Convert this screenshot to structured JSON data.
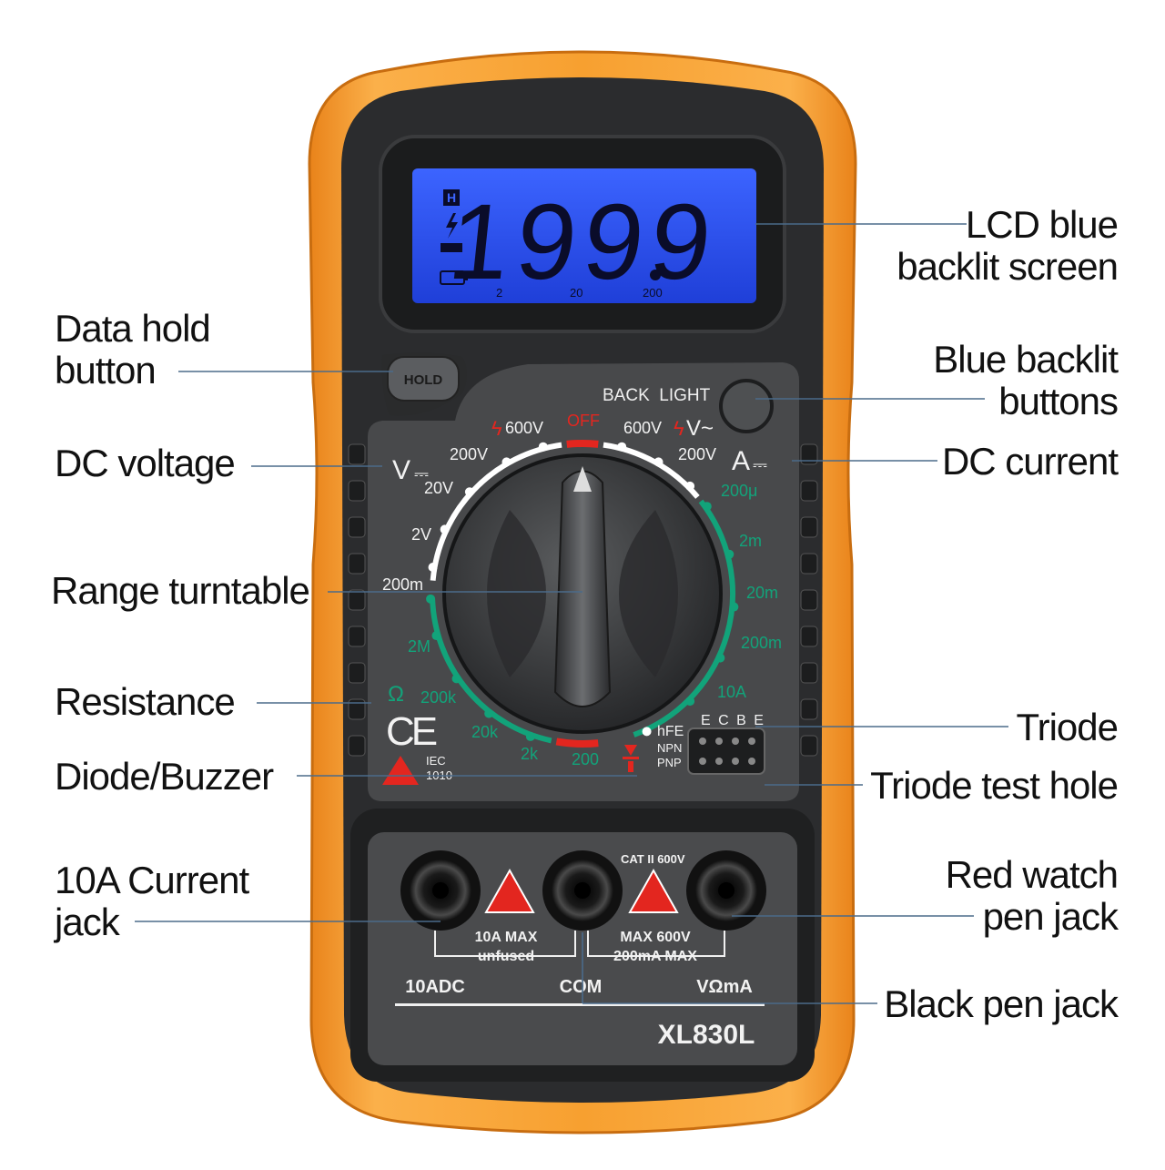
{
  "lcd": {
    "reading": "1999",
    "hold_flag": "H",
    "range_marks": [
      "2",
      "20",
      "200"
    ]
  },
  "buttons": {
    "hold": "HOLD",
    "backlight": "BACK  LIGHT"
  },
  "dial": {
    "function_labels": {
      "dc_voltage": "V",
      "dc_current": "A",
      "ac_voltage": "V~",
      "off": "OFF",
      "ohm": "Ω",
      "hfe": "hFE",
      "npn": "NPN",
      "pnp": "PNP"
    },
    "ranges_white": [
      "600V",
      "200V",
      "20V",
      "2V",
      "200m",
      "600V",
      "200V"
    ],
    "ranges_green_current": [
      "200μ",
      "2m",
      "20m",
      "200m",
      "10A"
    ],
    "ranges_green_resistance": [
      "2M",
      "200k",
      "20k",
      "2k",
      "200"
    ]
  },
  "markings": {
    "ce": "CE",
    "iec": "IEC",
    "iec_num": "1010",
    "transistor_pins": "E C B E",
    "cat": "CAT II 600V",
    "label_10a_1": "10A MAX",
    "label_10a_2": "unfused",
    "label_max_1": "MAX 600V",
    "label_max_2": "200mA MAX",
    "jack_10adc": "10ADC",
    "jack_com": "COM",
    "jack_vohm": "VΩmA",
    "model": "XL830L"
  },
  "callouts": {
    "lcd": [
      "LCD blue",
      "backlit screen"
    ],
    "data_hold": [
      "Data hold",
      "button"
    ],
    "backlight_buttons": [
      "Blue backlit",
      "buttons"
    ],
    "dc_voltage": "DC voltage",
    "dc_current": "DC current",
    "range_turntable": "Range turntable",
    "resistance": "Resistance",
    "triode": "Triode",
    "diode_buzzer": "Diode/Buzzer",
    "triode_test_hole": "Triode test hole",
    "current_jack_10a": [
      "10A Current",
      "jack"
    ],
    "red_pen_jack": [
      "Red watch",
      "pen jack"
    ],
    "black_pen_jack": "Black pen jack"
  },
  "colors": {
    "orange_frame": "#f39a1f",
    "body_dark": "#2e3032",
    "panel": "#4a4c4e",
    "lcd_blue": "#2f55f0",
    "green_scale": "#12a37a",
    "red_mark": "#e3261f"
  }
}
